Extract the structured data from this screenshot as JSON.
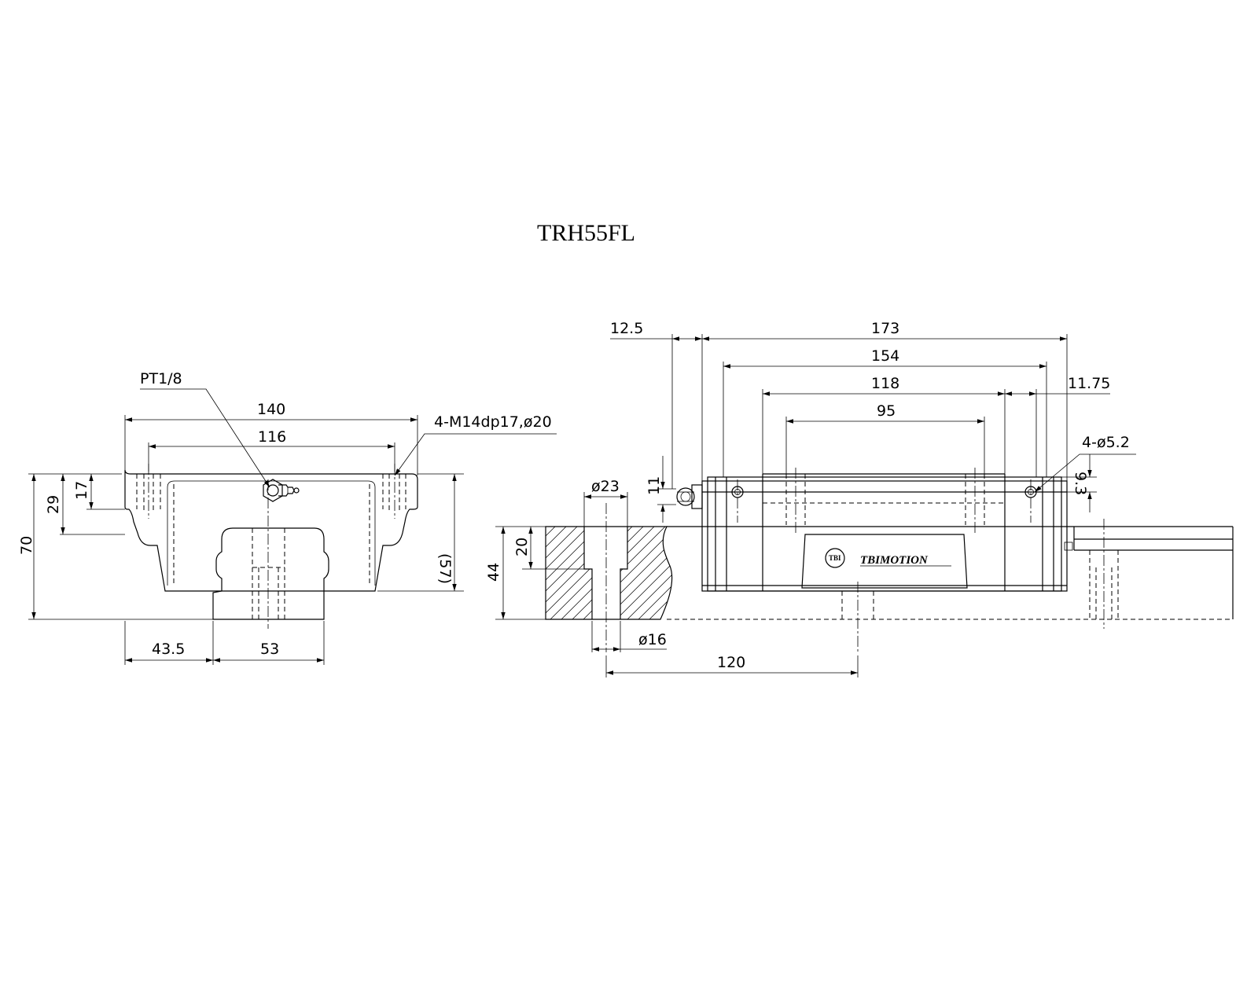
{
  "title": "TRH55FL",
  "front_view": {
    "labels": {
      "lube_port": "PT1/8",
      "width_overall": "140",
      "mount_spacing": "116",
      "mount_holes": "4-M14dp17,ø20",
      "height_total": "70",
      "flange_height": "29",
      "thread_depth": "17",
      "block_height": "(57)",
      "rail_offset": "43.5",
      "rail_width": "53"
    }
  },
  "side_view": {
    "labels": {
      "nipple_length": "12.5",
      "length_overall": "173",
      "body_length": "154",
      "steel_length": "118",
      "mount_spacing_long": "95",
      "seal_thickness": "11.75",
      "side_holes": "4-ø5.2",
      "nipple_height": "11",
      "hole_height": "9.3",
      "counterbore_dia": "ø23",
      "counterbore_depth": "20",
      "rail_height": "44",
      "bolt_hole_dia": "ø16",
      "hole_pitch": "120"
    },
    "brand": "TBIMOTION",
    "logo_text": "TBI"
  }
}
